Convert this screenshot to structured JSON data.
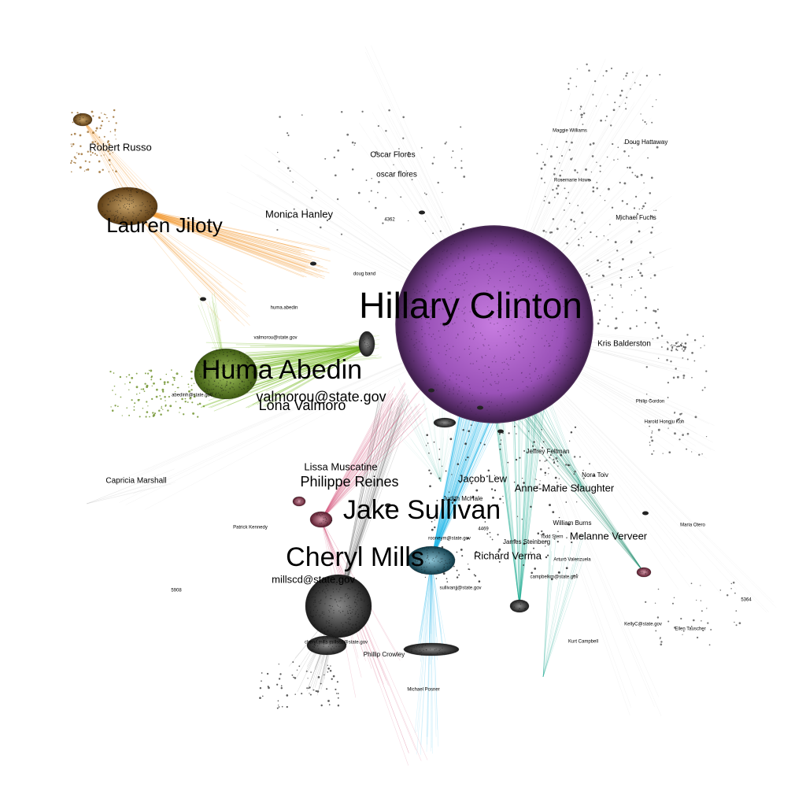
{
  "graph": {
    "colors": {
      "hub": "#b868d6",
      "hub_edge": "#4a2a55",
      "abedin": "#74b81c",
      "jiloty": "#f39019",
      "sullivan": "#22b6ea",
      "mills": "#2a2a2a",
      "reines": "#cf3f6a",
      "slaughter": "#1fab92",
      "muscatine": "#a35d8a",
      "minor": "#999999"
    },
    "labels": [
      {
        "id": "hillary-clinton",
        "text": "Hillary Clinton",
        "size": "xl"
      },
      {
        "id": "huma-abedin",
        "text": "Huma Abedin",
        "size": "l"
      },
      {
        "id": "jake-sullivan",
        "text": "Jake Sullivan",
        "size": "l"
      },
      {
        "id": "cheryl-mills",
        "text": "Cheryl Mills",
        "size": "l"
      },
      {
        "id": "lauren-jiloty",
        "text": "Lauren Jiloty",
        "size": "ml"
      },
      {
        "id": "valmorou",
        "text": "valmorou@state.gov",
        "size": "m"
      },
      {
        "id": "lona-valmoro",
        "text": "Lona Valmoro",
        "size": "m"
      },
      {
        "id": "philippe-reines",
        "text": "Philippe Reines",
        "size": "m"
      },
      {
        "id": "lissa-muscatine",
        "text": "Lissa Muscatine",
        "size": "s"
      },
      {
        "id": "anne-marie-slaughter",
        "text": "Anne-Marie Slaughter",
        "size": "s"
      },
      {
        "id": "richard-verma",
        "text": "Richard Verma",
        "size": "s"
      },
      {
        "id": "jacob-lew",
        "text": "Jacob Lew",
        "size": "s"
      },
      {
        "id": "monica-hanley",
        "text": "Monica Hanley",
        "size": "s"
      },
      {
        "id": "robert-russo",
        "text": "Robert Russo",
        "size": "s"
      },
      {
        "id": "millscd",
        "text": "millscd@state.gov",
        "size": "s"
      },
      {
        "id": "melanne-verveer",
        "text": "Melanne Verveer",
        "size": "s"
      },
      {
        "id": "kris-balderston",
        "text": "Kris Balderston",
        "size": "xs"
      },
      {
        "id": "oscar-flores",
        "text": "Oscar Flores",
        "size": "xs"
      },
      {
        "id": "oscar-flores-lc",
        "text": "oscar flores",
        "size": "xs"
      },
      {
        "id": "capricia-marshall",
        "text": "Capricia Marshall",
        "size": "xs"
      },
      {
        "id": "jeffrey-feltman",
        "text": "Jeffrey Feltman",
        "size": "xxs"
      },
      {
        "id": "nora-toiv",
        "text": "Nora Toiv",
        "size": "xxs"
      },
      {
        "id": "william-burns",
        "text": "William Burns",
        "size": "xxs"
      },
      {
        "id": "james-steinberg",
        "text": "James Steinberg",
        "size": "xxs"
      },
      {
        "id": "doug-hattaway",
        "text": "Doug Hattaway",
        "size": "xxs"
      },
      {
        "id": "michael-fuchs",
        "text": "Michael Fuchs",
        "size": "xxs"
      },
      {
        "id": "maggie-williams",
        "text": "Maggie Williams",
        "size": "xxxs"
      },
      {
        "id": "harold-koh",
        "text": "Harold Hongju Koh",
        "size": "xxxs"
      },
      {
        "id": "philip-gordon",
        "text": "Philip Gordon",
        "size": "xxxs"
      },
      {
        "id": "maria-otero",
        "text": "Maria Otero",
        "size": "xxxs"
      },
      {
        "id": "kurt-campbell",
        "text": "Kurt Campbell",
        "size": "xxxs"
      },
      {
        "id": "phillip-crowley",
        "text": "Phillip Crowley",
        "size": "xxs"
      },
      {
        "id": "doug-band",
        "text": "doug band",
        "size": "xxxs"
      },
      {
        "id": "campbelkm",
        "text": "campbelkm@state.gov",
        "size": "xxxs"
      },
      {
        "id": "rooneym",
        "text": "rooneym@state.gov",
        "size": "xxxs"
      },
      {
        "id": "judith-mchale",
        "text": "Judith McHale",
        "size": "xxs"
      },
      {
        "id": "sullivanjj",
        "text": "sullivanjj@state.gov",
        "size": "xxxs"
      },
      {
        "id": "cheryl-mills-small",
        "text": "cheryl.mills millscd@state.gov",
        "size": "xxxs"
      },
      {
        "id": "kellyc",
        "text": "KellyC@state.gov",
        "size": "xxxs"
      },
      {
        "id": "ellen-tauscher",
        "text": "Ellen Tauscher",
        "size": "xxxs"
      },
      {
        "id": "arturo-valenzuela",
        "text": "Arturo Valenzuela",
        "size": "xxxs"
      },
      {
        "id": "todd-stern",
        "text": "Todd Stern",
        "size": "xxxs"
      },
      {
        "id": "huma-abedin-small",
        "text": "huma.abedin",
        "size": "xxxs"
      },
      {
        "id": "valmorou-small",
        "text": "valmorou@state.gov",
        "size": "xxxs"
      },
      {
        "id": "abedinh",
        "text": "abedinh@state.gov",
        "size": "xxxs"
      },
      {
        "id": "rosemarie-howe",
        "text": "Rosemarie Howe",
        "size": "xxxs"
      },
      {
        "id": "michael-posner",
        "text": "Michael Posner",
        "size": "xxxs"
      },
      {
        "id": "patrick-kennedy",
        "text": "Patrick Kennedy",
        "size": "xxxs"
      },
      {
        "id": "num-5908",
        "text": "5908",
        "size": "xxxs"
      },
      {
        "id": "num-5364",
        "text": "5364",
        "size": "xxxs"
      },
      {
        "id": "num-4362",
        "text": "4362",
        "size": "xxxs"
      },
      {
        "id": "num-4469",
        "text": "4469",
        "size": "xxxs"
      }
    ]
  }
}
